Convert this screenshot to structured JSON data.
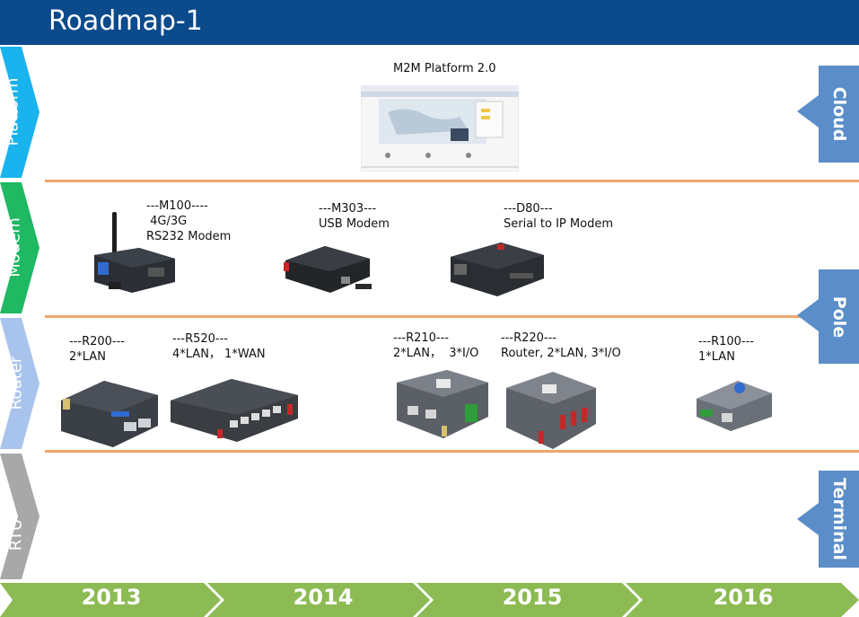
{
  "header": {
    "title": "Roadmap-1"
  },
  "rows": [
    {
      "label": "Platform",
      "color": "#19b3ee"
    },
    {
      "label": "Modem",
      "color": "#1fb863"
    },
    {
      "label": "Router",
      "color": "#a9c4ec"
    },
    {
      "label": "RTU",
      "color": "#a8a8a8"
    }
  ],
  "tiers": [
    {
      "label": "Cloud"
    },
    {
      "label": "Pole"
    },
    {
      "label": "Terminal"
    }
  ],
  "platform": {
    "caption": "M2M Platform 2.0"
  },
  "modems": [
    {
      "caption": "---M100----\n 4G/3G\nRS232 Modem"
    },
    {
      "caption": "---M303---\nUSB Modem"
    },
    {
      "caption": "---D80---\nSerial to IP Modem"
    }
  ],
  "routers": [
    {
      "caption": "---R200---\n2*LAN"
    },
    {
      "caption": "---R520---\n4*LAN， 1*WAN"
    },
    {
      "caption": "---R210---\n2*LAN，  3*I/O"
    },
    {
      "caption": "---R220---\nRouter, 2*LAN, 3*I/O"
    },
    {
      "caption": "---R100---\n1*LAN"
    }
  ],
  "timeline": {
    "years": [
      "2013",
      "2014",
      "2015",
      "2016"
    ],
    "color": "#8cbb53"
  }
}
